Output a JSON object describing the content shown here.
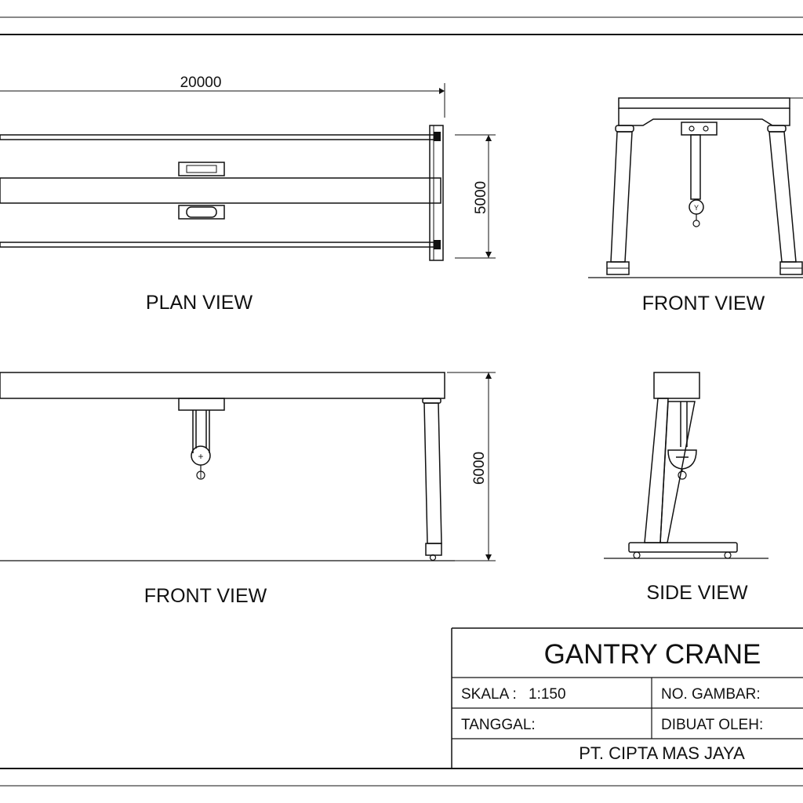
{
  "plan_view": {
    "title": "PLAN VIEW",
    "length_dim": "20000",
    "width_dim": "5000"
  },
  "front_view_right": {
    "title": "FRONT VIEW"
  },
  "front_view_left": {
    "title": "FRONT VIEW",
    "height_dim": "6000"
  },
  "side_view": {
    "title": "SIDE VIEW"
  },
  "title_block": {
    "drawing_title": "GANTRY CRANE",
    "scale_label": "SKALA :",
    "scale_value": "1:150",
    "drawing_no_label": "NO. GAMBAR:",
    "date_label": "TANGGAL:",
    "drawn_by_label": "DIBUAT OLEH:",
    "company": "PT. CIPTA MAS JAYA"
  }
}
